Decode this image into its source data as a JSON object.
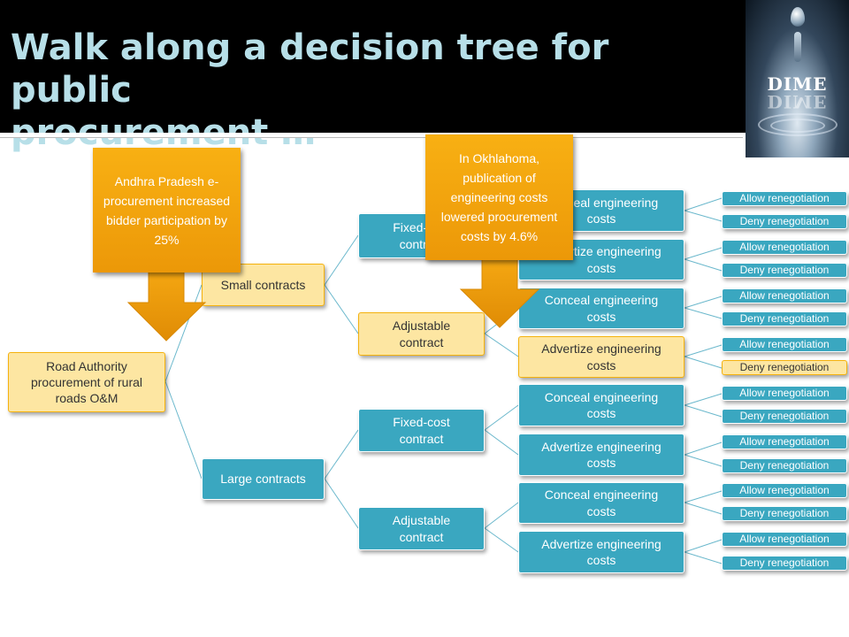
{
  "slide": {
    "title_line1": "Walk along a decision tree for public",
    "title_line2": "procurement …",
    "logo_text": "DIME"
  },
  "tree": {
    "root": "Road Authority procurement of  rural roads O&M",
    "size_small": "Small contracts",
    "size_large": "Large contracts",
    "small_fixed": "Fixed-cost contract",
    "small_adjustable": "Adjustable contract",
    "large_fixed": "Fixed-cost contract",
    "large_adjustable": "Adjustable contract",
    "eng_1": "Conceal engineering costs",
    "eng_2": "Advertize engineering costs",
    "eng_3": "Conceal engineering costs",
    "eng_4": "Advertize engineering costs",
    "eng_5": "Conceal engineering costs",
    "eng_6": "Advertize engineering costs",
    "eng_7": "Conceal engineering costs",
    "eng_8": "Advertize engineering costs",
    "reneg_allow": "Allow renegotiation",
    "reneg_deny": "Deny renegotiation"
  },
  "callouts": {
    "andhra": "Andhra Pradesh e-procurement increased bidder participation by 25%",
    "oklahoma": "In Okhlahoma, publication of engineering costs lowered procurement costs by 4.6%"
  },
  "colors": {
    "header_bg": "#000000",
    "title_text": "#b7dfe8",
    "node_teal": "#3aa7c0",
    "node_highlight_fill": "#fde6a2",
    "node_highlight_border": "#f5b20e",
    "callout_orange": "#f4a30f",
    "connector": "#6bb8cc"
  }
}
